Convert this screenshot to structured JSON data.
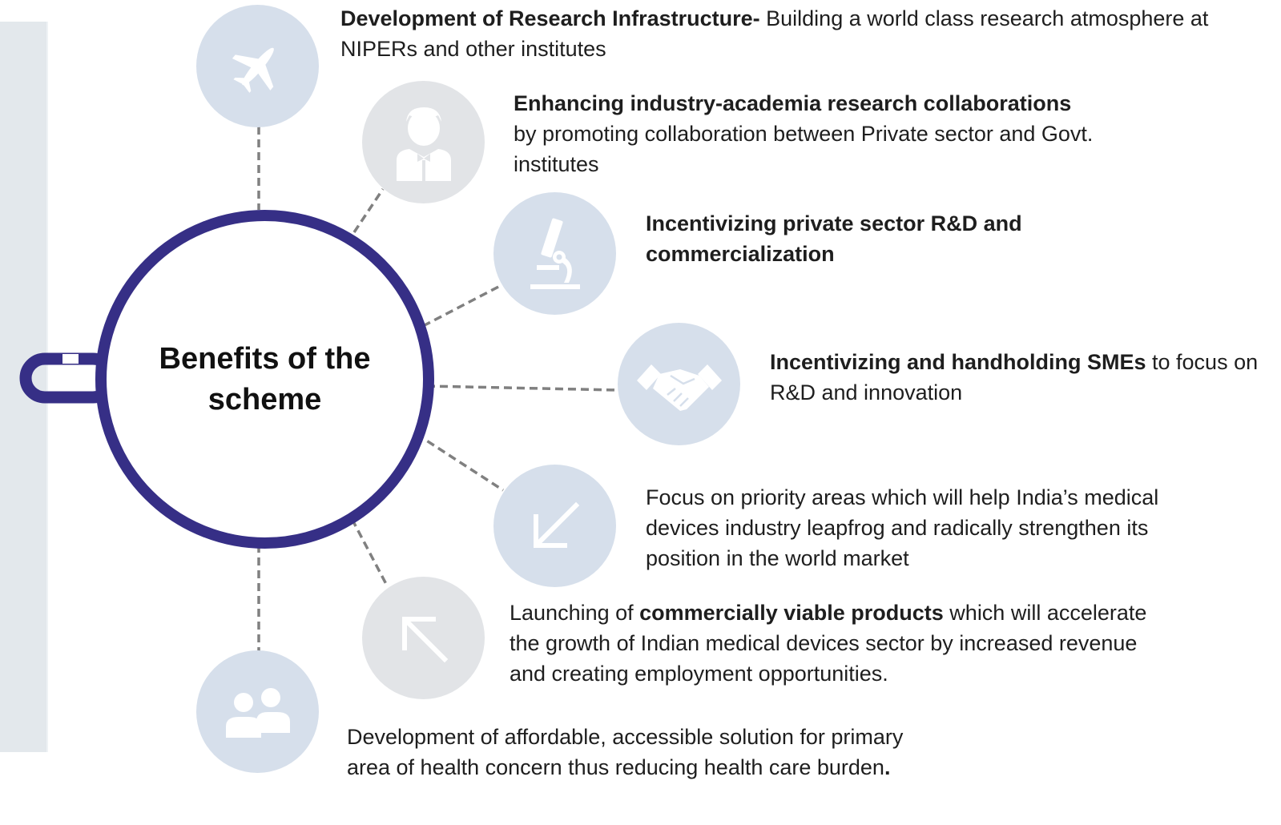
{
  "center": {
    "title": "Benefits of the scheme"
  },
  "colors": {
    "hub_ring": "#362f86",
    "icon_blue": "#d6dfeb",
    "icon_grey": "#e2e4e7",
    "connector": "#808080",
    "side_panel": "#e3e8ec"
  },
  "benefits": [
    {
      "icon": "airplane-icon",
      "bold": "Development of Research Infrastructure-",
      "text": " Building a world class research atmosphere at NIPERs and other institutes"
    },
    {
      "icon": "researcher-icon",
      "bold": "Enhancing industry-academia research collaborations",
      "text": "by promoting collaboration between Private sector and Govt. institutes"
    },
    {
      "icon": "microscope-icon",
      "bold": "Incentivizing private sector R&D and commercialization"
    },
    {
      "icon": "handshake-icon",
      "bold": "Incentivizing and handholding SMEs",
      "text": " to focus on R&D and innovation"
    },
    {
      "icon": "arrow-down-left-icon",
      "text": "Focus on priority areas which will help India’s medical devices industry leapfrog and radically strengthen its position in the world market"
    },
    {
      "icon": "arrow-up-left-icon",
      "pre": "Launching of ",
      "bold": "commercially viable products",
      "text": " which will accelerate the growth of Indian medical devices sector by increased revenue and creating employment opportunities."
    },
    {
      "icon": "people-icon",
      "text": "Development of affordable, accessible solution for primary area of health concern thus reducing health care burden",
      "bold_end": "."
    }
  ],
  "chain_icon": "chain-link-icon"
}
